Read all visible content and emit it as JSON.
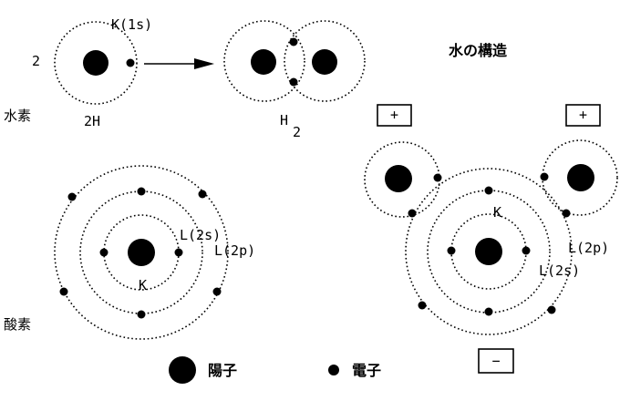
{
  "title": "水の構造",
  "hydrogen": {
    "coefficient": "2",
    "shell_label": "K(1s)",
    "atom_label": "水素",
    "reactant_label": "2H",
    "product_symbol": "H",
    "product_subscript": "2"
  },
  "oxygen": {
    "atom_label": "酸素",
    "shell_k": "K",
    "shell_2s": "L(2s)",
    "shell_2p": "L(2p)"
  },
  "water": {
    "charge_plus_left": "+",
    "charge_plus_right": "+",
    "charge_minus": "−",
    "shell_k": "K",
    "shell_2s": "L(2s)",
    "shell_2p": "L(2p)"
  },
  "legend": {
    "proton_label": "陽子",
    "electron_label": "電子"
  }
}
